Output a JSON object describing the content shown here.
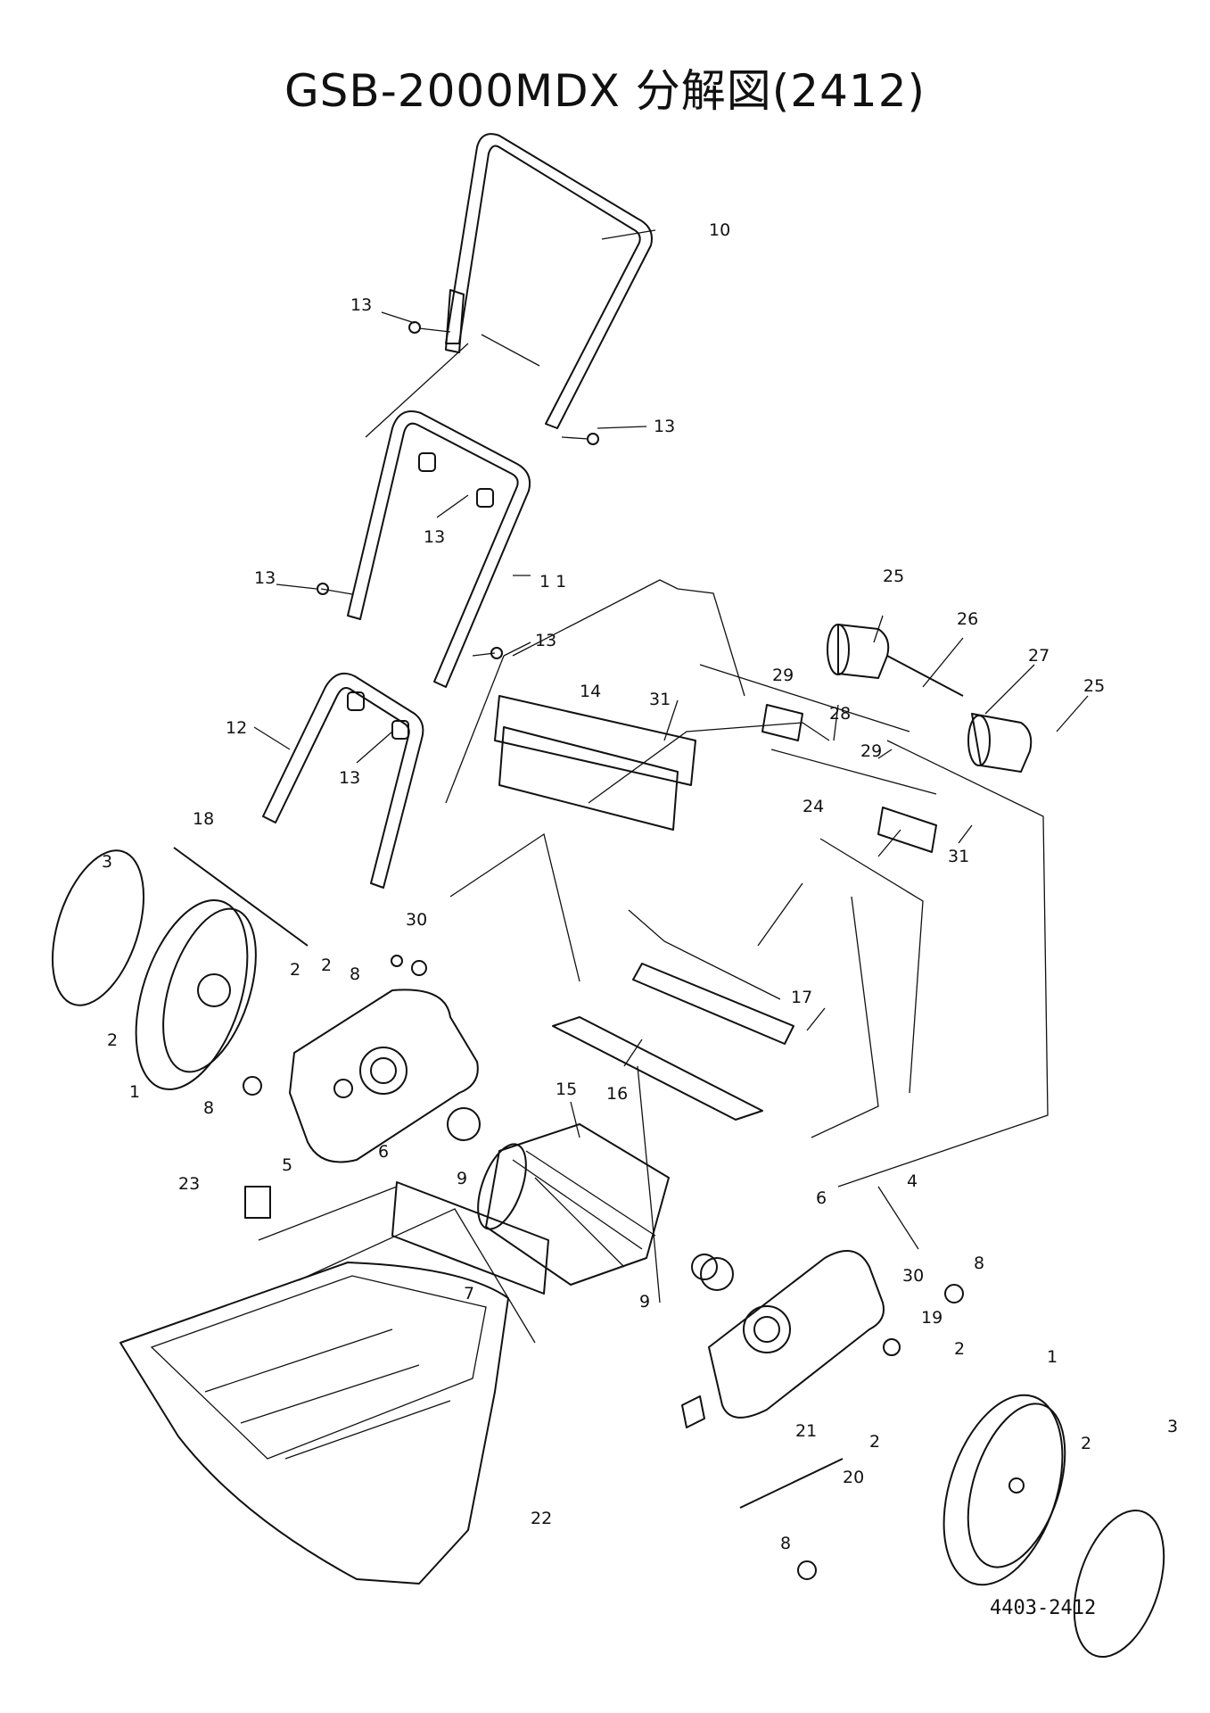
{
  "title": "GSB-2000MDX 分解図(2412)",
  "drawing_code": "4403-2412",
  "callouts": [
    "1",
    "2",
    "3",
    "4",
    "5",
    "6",
    "7",
    "8",
    "9",
    "10",
    "1 1",
    "12",
    "13",
    "14",
    "15",
    "16",
    "17",
    "18",
    "19",
    "20",
    "21",
    "22",
    "23",
    "24",
    "25",
    "26",
    "27",
    "28",
    "29",
    "30",
    "31"
  ]
}
